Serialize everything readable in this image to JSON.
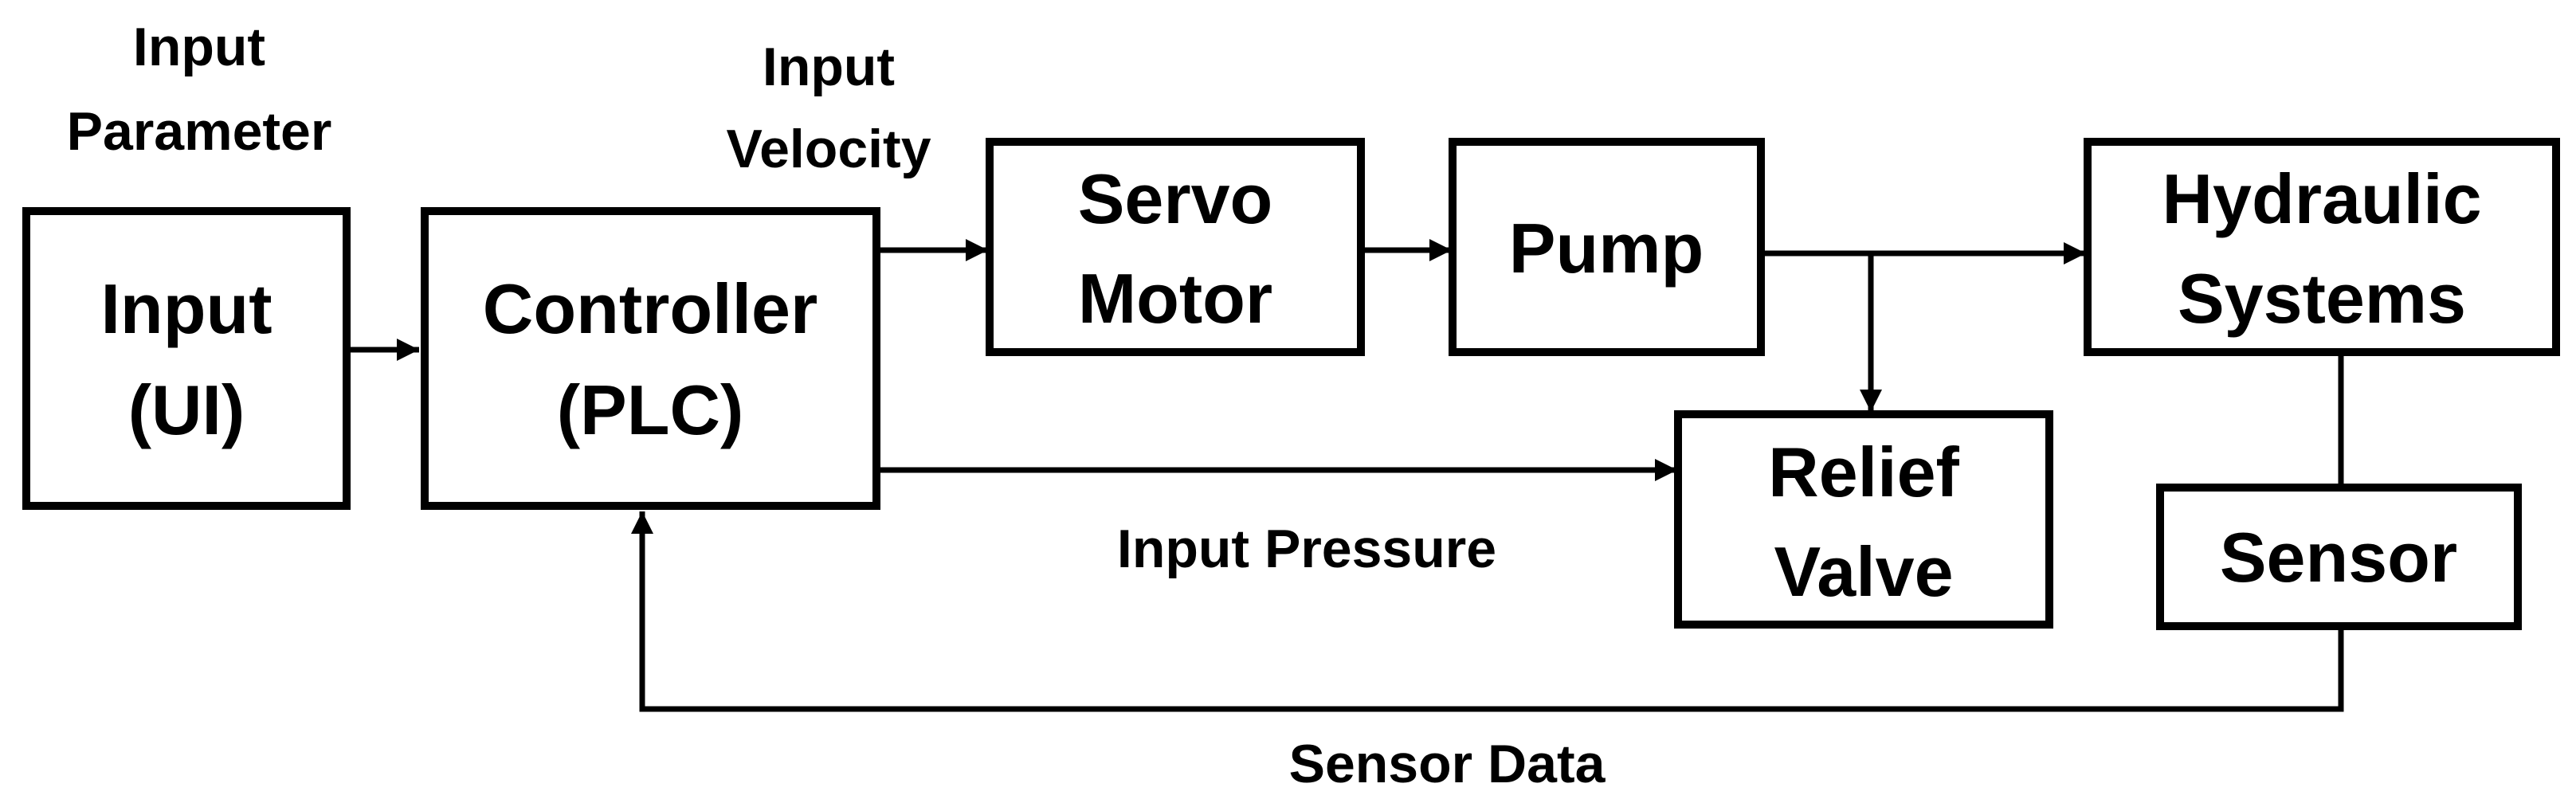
{
  "blocks": {
    "input_ui": {
      "line1": "Input",
      "line2": "(UI)"
    },
    "controller": {
      "line1": "Controller",
      "line2": "(PLC)"
    },
    "servo_motor": {
      "line1": "Servo",
      "line2": "Motor"
    },
    "pump": {
      "line1": "Pump"
    },
    "hydraulic_systems": {
      "line1": "Hydraulic",
      "line2": "Systems"
    },
    "relief_valve": {
      "line1": "Relief",
      "line2": "Valve"
    },
    "sensor": {
      "line1": "Sensor"
    }
  },
  "labels": {
    "input_parameter": {
      "line1": "Input",
      "line2": "Parameter"
    },
    "input_velocity": {
      "line1": "Input",
      "line2": "Velocity"
    },
    "input_pressure": "Input Pressure",
    "sensor_data": "Sensor Data"
  },
  "colors": {
    "stroke": "#000000",
    "background": "#ffffff"
  }
}
